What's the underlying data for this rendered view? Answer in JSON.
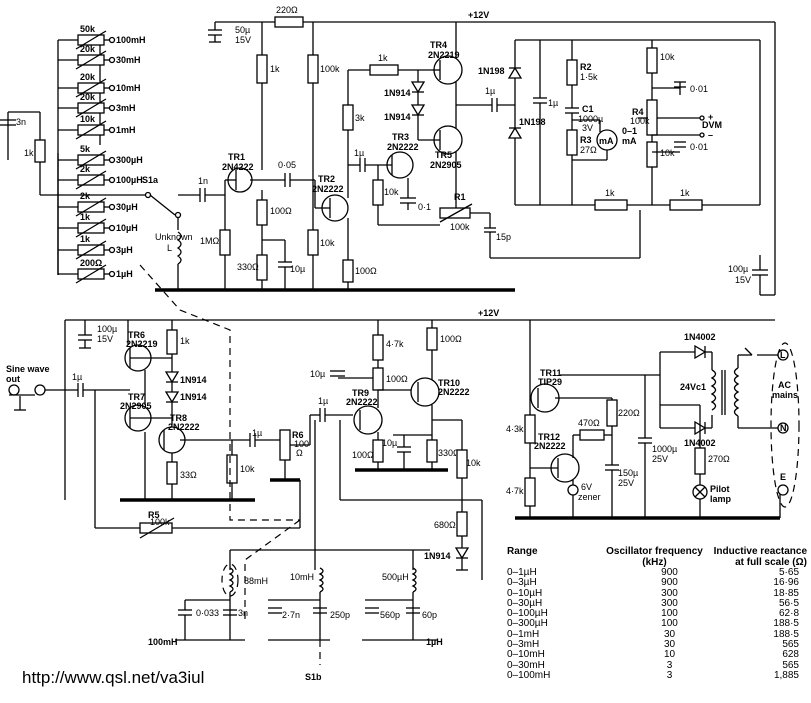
{
  "rails": {
    "top": "+12V",
    "middle": "+12V"
  },
  "transistors": [
    {
      "ref": "TR1",
      "type": "2N4222"
    },
    {
      "ref": "TR2",
      "type": "2N2222"
    },
    {
      "ref": "TR3",
      "type": "2N2222"
    },
    {
      "ref": "TR4",
      "type": "2N2219"
    },
    {
      "ref": "TR5",
      "type": "2N2905"
    },
    {
      "ref": "TR6",
      "type": "2N2219"
    },
    {
      "ref": "TR7",
      "type": "2N2905"
    },
    {
      "ref": "TR8",
      "type": "2N2222"
    },
    {
      "ref": "TR9",
      "type": "2N2222"
    },
    {
      "ref": "TR10",
      "type": "2N2222"
    },
    {
      "ref": "TR11",
      "type": "TIP29"
    },
    {
      "ref": "TR12",
      "type": "2N2222"
    }
  ],
  "range_resistors": [
    {
      "value": "50k",
      "range": "100mH"
    },
    {
      "value": "20k",
      "range": "30mH"
    },
    {
      "value": "20k",
      "range": "10mH"
    },
    {
      "value": "20k",
      "range": "3mH"
    },
    {
      "value": "10k",
      "range": "1mH"
    },
    {
      "value": "5k",
      "range": "300µH"
    },
    {
      "value": "2k",
      "range": "100µH"
    },
    {
      "value": "2k",
      "range": "30µH"
    },
    {
      "value": "1k",
      "range": "10µH"
    },
    {
      "value": "1k",
      "range": "3µH"
    },
    {
      "value": "200Ω",
      "range": "1µH"
    }
  ],
  "labels": {
    "c_3n": "3n",
    "r_1k_left": "1k",
    "s1a": "S1a",
    "c_1n": "1n",
    "unknown": "Unknown",
    "unknown_l": "L",
    "r_1m": "1MΩ",
    "c_005": "0·05",
    "c_50u": "50µ",
    "c_50u_v": "15V",
    "r_220_top": "220Ω",
    "r_1k_tr1": "1k",
    "r_100_tr1": "100Ω",
    "r_330": "330Ω",
    "c_10u_a": "10µ",
    "r_100k": "100k",
    "r_10k_tr2": "10k",
    "r_100_tr2": "100Ω",
    "r_3k": "3k",
    "r_1k_tr4": "1k",
    "d_1n914_a": "1N914",
    "d_1n914_b": "1N914",
    "c_1u_tr3": "1µ",
    "r_10k_tr3": "10k",
    "c_01": "0·1",
    "r1": "R1",
    "r1_v": "100k",
    "c_15p": "15p",
    "d_1n198_a": "1N198",
    "d_1n198_b": "1N198",
    "c_1u_out": "1µ",
    "c_1u_dc": "1µ",
    "r2": "R2",
    "r2_v": "1·5k",
    "c1": "C1",
    "c1_v": "1000µ",
    "c1_v2": "3V",
    "r3": "R3",
    "r3_v": "27Ω",
    "ma": "mA",
    "meter": "0–1",
    "meter_u": "mA",
    "r_10k_a": "10k",
    "r4": "R4",
    "r4_v": "100k",
    "r_10k_b": "10k",
    "c_001_a": "0·01",
    "c_001_b": "0·01",
    "dvm_p": "+",
    "dvm": "DVM",
    "dvm_n": "–",
    "r_1k_fb_a": "1k",
    "r_1k_fb_b": "1k",
    "c_100u_r": "100µ",
    "c_100u_r_v": "15V",
    "c_100u_l": "100µ",
    "c_100u_l_v": "15V",
    "r_1k_tr6": "1k",
    "d_1n914_c": "1N914",
    "d_1n914_d": "1N914",
    "r_33": "33Ω",
    "r5": "R5",
    "r5_v": "100k",
    "sine_1": "Sine wave",
    "sine_2": "out",
    "c_1u_sine": "1µ",
    "r_10k_tr8": "10k",
    "c_1u_r6": "1µ",
    "r6": "R6",
    "r6_v": "100",
    "r6_u": "Ω",
    "r_47k": "4·7k",
    "c_10u_tr9": "10µ",
    "r_100_tr9": "100Ω",
    "r_100_e9": "100Ω",
    "c_10u_tr10": "10µ",
    "r_330_tr10": "330Ω",
    "r_100_tr10": "100Ω",
    "r_10k_tr10": "10k",
    "r_680": "680Ω",
    "d_1n914_e": "1N914",
    "l_88mh": "88mH",
    "l_10mh": "10mH",
    "l_500uh": "500µH",
    "c_0033": "0·033",
    "c_3n_b": "3n",
    "c_27n": "2·7n",
    "c_250p": "250p",
    "c_560p": "560p",
    "c_60p": "60p",
    "tap_100mh": "100mH",
    "tap_1uh": "1µH",
    "s1b": "S1b",
    "r_43k": "4·3k",
    "r_47k_b": "4·7k",
    "r_470": "470Ω",
    "r_220_psu": "220Ω",
    "c_150u": "150µ",
    "c_150u_v": "25V",
    "c_1000u": "1000µ",
    "c_1000u_v": "25V",
    "zener": "6V",
    "zener_2": "zener",
    "d_1n4002_a": "1N4002",
    "d_1n4002_b": "1N4002",
    "trafo": "24Vc1",
    "r_270": "270Ω",
    "pilot": "Pilot",
    "pilot_2": "lamp",
    "mains_l": "L",
    "mains_n": "N",
    "mains_e": "E",
    "mains_1": "AC",
    "mains_2": "mains"
  },
  "table": {
    "headers": [
      "Range",
      "Oscillator frequency (kHz)",
      "Inductive reactance at full scale (Ω)"
    ],
    "rows": [
      [
        "0–1µH",
        "900",
        "5·65"
      ],
      [
        "0–3µH",
        "900",
        "16·96"
      ],
      [
        "0–10µH",
        "300",
        "18·85"
      ],
      [
        "0–30µH",
        "300",
        "56·5"
      ],
      [
        "0–100µH",
        "100",
        "62·8"
      ],
      [
        "0–300µH",
        "100",
        "188·5"
      ],
      [
        "0–1mH",
        "30",
        "188·5"
      ],
      [
        "0–3mH",
        "30",
        "565"
      ],
      [
        "0–10mH",
        "10",
        "628"
      ],
      [
        "0–30mH",
        "3",
        "565"
      ],
      [
        "0–100mH",
        "3",
        "1,885"
      ]
    ]
  },
  "footer": {
    "url": "http://www.qsl.net/va3iul"
  }
}
